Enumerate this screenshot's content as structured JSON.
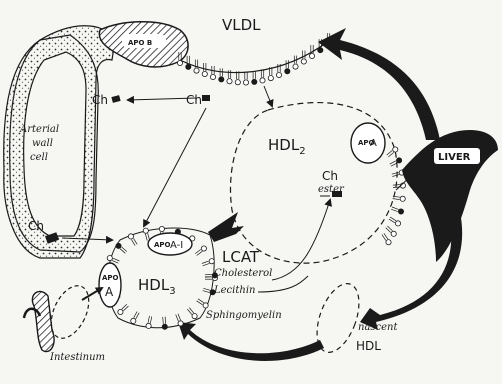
{
  "labels": {
    "vldl": "VLDL",
    "hdl2": "HDL",
    "hdl2_sub": "2",
    "hdl3": "HDL",
    "hdl3_sub": "3",
    "liver": "LIVER",
    "lcat": "LCAT",
    "cholesterol": "Cholesterol",
    "lecithin": "Lecithin",
    "sphingomyelin": "Sphingomyelin",
    "nascent": "nascent",
    "nascent_hdl": "HDL",
    "intestinum": "Intestinum",
    "arterial": "Arterial",
    "wall": "wall",
    "cell": "cell",
    "ch_top_left": "Ch",
    "ch_top_mid": "Ch",
    "ch_bottom_left": "Ch",
    "ch_ester_1": "Ch",
    "ch_ester_2": "ester",
    "apo_b": "APO B",
    "apo_a_hdl2_1": "APO",
    "apo_a_hdl2_2": "A",
    "apo_ai_1": "APO",
    "apo_ai_2": "A-I",
    "apo_a_left_1": "APO",
    "apo_a_left_2": "A"
  },
  "colors": {
    "ink": "#1a1a1a",
    "paper": "#f6f6f3"
  }
}
